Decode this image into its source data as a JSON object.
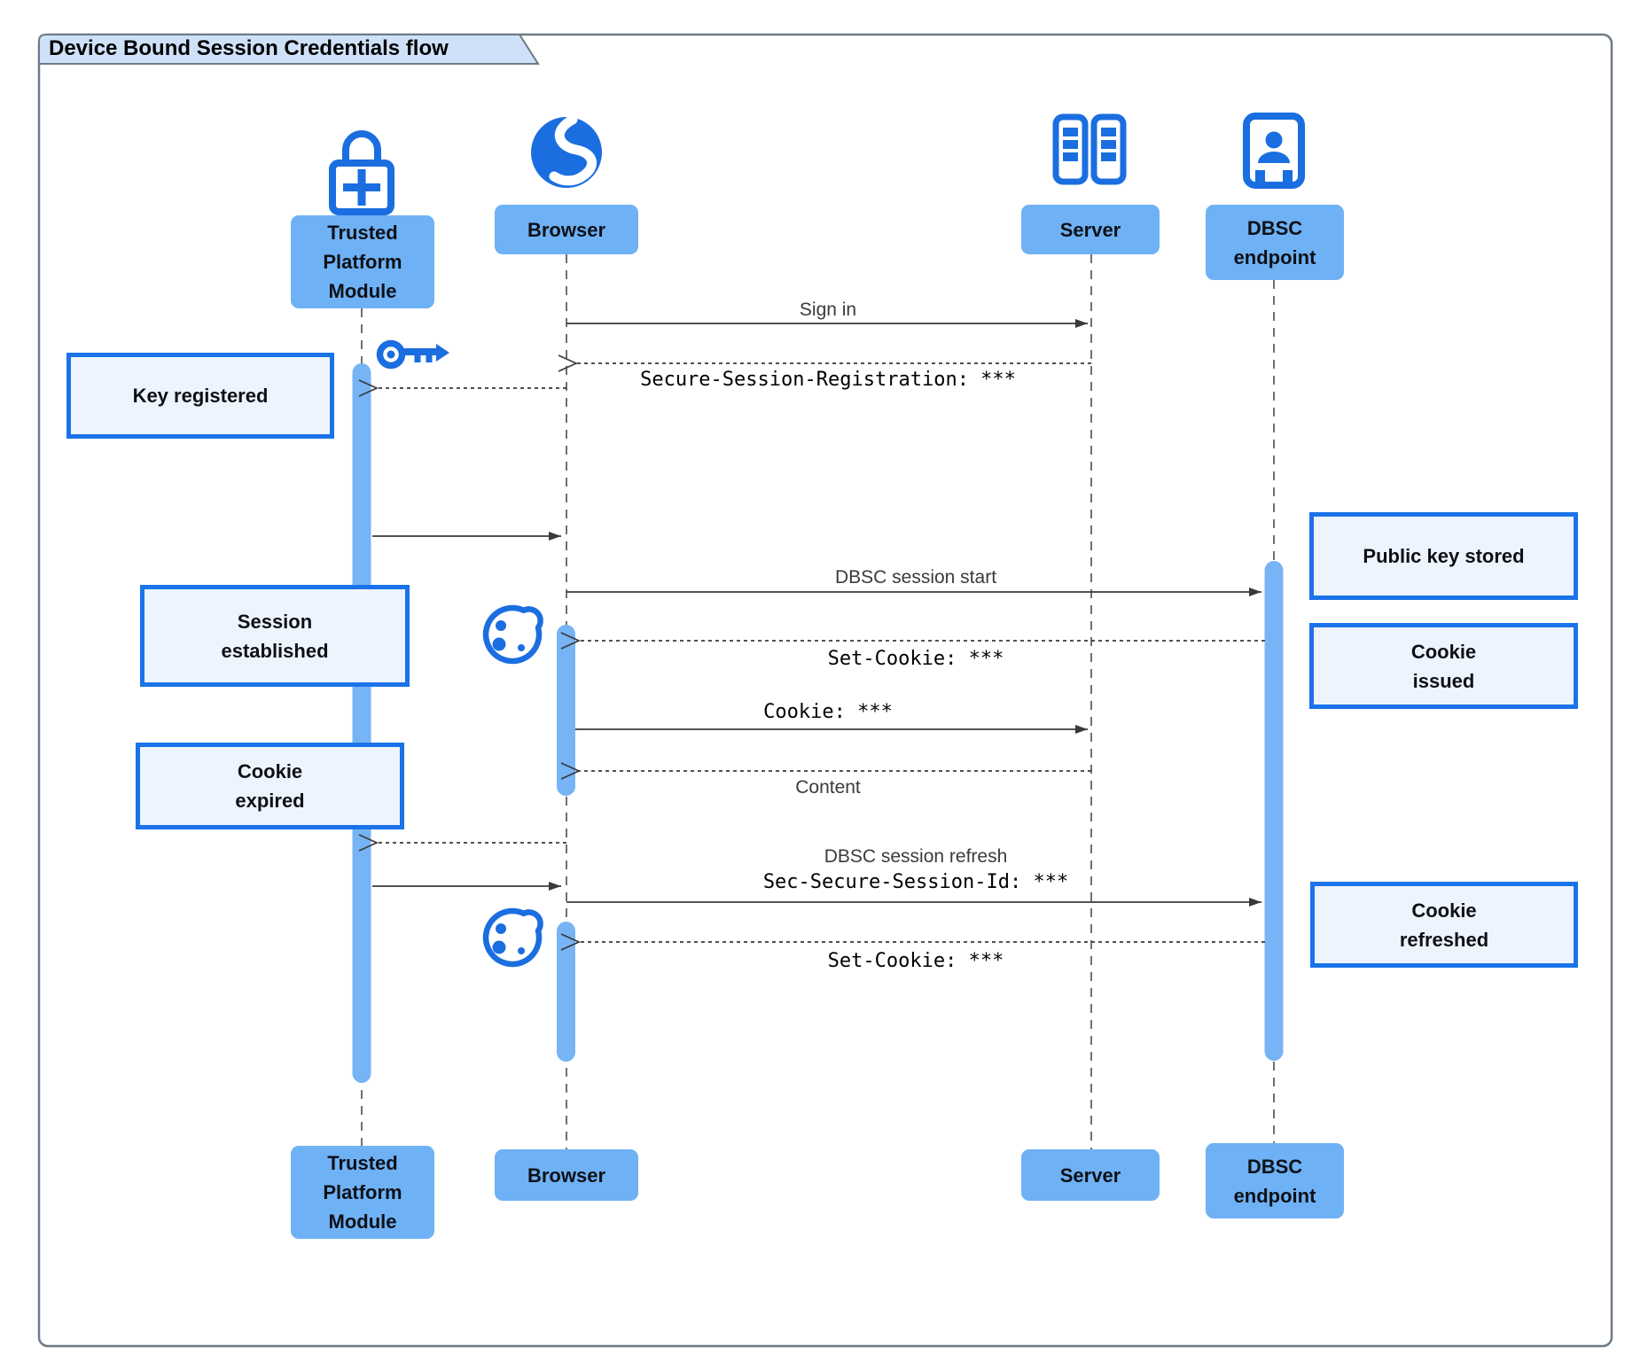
{
  "title": "Device Bound Session Credentials flow",
  "actors": [
    {
      "id": "tpm",
      "label": "Trusted\nPlatform\nModule",
      "icon": "lock-plus-icon"
    },
    {
      "id": "browser",
      "label": "Browser",
      "icon": "globe-icon"
    },
    {
      "id": "server",
      "label": "Server",
      "icon": "server-icon"
    },
    {
      "id": "dbsc",
      "label": "DBSC\nendpoint",
      "icon": "person-badge-icon"
    }
  ],
  "messages": {
    "sign_in": "Sign in",
    "ssr": "Secure-Session-Registration: ***",
    "dbsc_start": "DBSC session start",
    "set_cookie_1": "Set-Cookie: ***",
    "cookie": "Cookie: ***",
    "content": "Content",
    "dbsc_refresh": "DBSC session refresh",
    "session_id": "Sec-Secure-Session-Id: ***",
    "set_cookie_2": "Set-Cookie: ***"
  },
  "notes": {
    "key_registered": "Key registered",
    "session_established": "Session\nestablished",
    "cookie_expired": "Cookie\nexpired",
    "public_key_stored": "Public key stored",
    "cookie_issued": "Cookie\nissued",
    "cookie_refreshed": "Cookie\nrefreshed"
  },
  "icons": [
    "lock-plus-icon",
    "globe-icon",
    "server-icon",
    "person-badge-icon",
    "key-icon",
    "cookie-icon"
  ],
  "colors": {
    "icon_blue": "#1a6ee0",
    "actor_fill": "#6fb1f5",
    "activation_fill": "#77b4f6",
    "note_fill": "#eef4fd",
    "note_border": "#1a73e8",
    "title_fill": "#cfe1f9",
    "frame_border": "#6d7a86",
    "line": "#3a3a3a"
  }
}
